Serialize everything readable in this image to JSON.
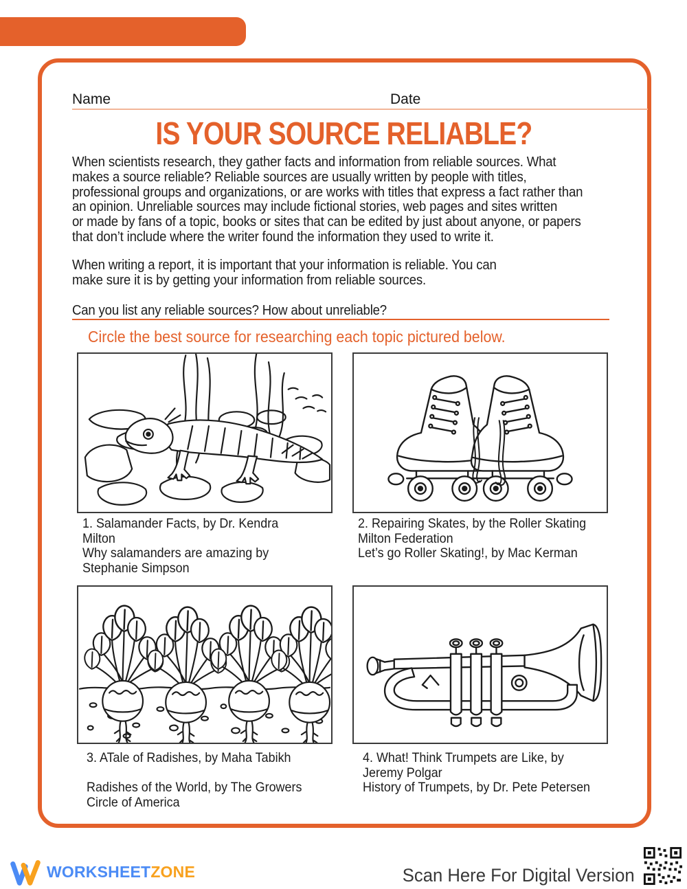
{
  "colors": {
    "accent": "#E4612B",
    "underline": "#F2B597",
    "text": "#1C1C1C",
    "brand_blue": "#4B8BF5",
    "brand_orange": "#F8A11E",
    "line_art": "#1B1B1B"
  },
  "header": {
    "name_label": "Name",
    "date_label": "Date"
  },
  "title": "IS YOUR SOURCE RELIABLE?",
  "paragraphs": {
    "intro": "When scientists research, they gather facts and information from reliable sources. What\nmakes a source reliable? Reliable sources are usually written by people with titles,\nprofessional groups and organizations, or are works with titles that express a fact rather than\nan opinion. Unreliable sources may include fictional stories, web pages and sites written\nor made by fans of a topic, books or sites that can be edited by just about anyone, or papers\nthat don’t include where the writer found the information they used to write it.",
    "report": "When writing a report, it is important that your information is reliable. You can\nmake sure it is by getting your information from reliable sources.",
    "question": "Can you list any reliable sources? How about unreliable?"
  },
  "instruction": "Circle the best source for researching each topic pictured below.",
  "items": [
    {
      "illustration": "salamander-illustration",
      "caption": "1. Salamander Facts, by Dr. Kendra\nMilton\nWhy salamanders are amazing by\nStephanie Simpson"
    },
    {
      "illustration": "roller-skates-illustration",
      "caption": "2. Repairing Skates, by the Roller Skating\nMilton Federation\nLet’s go Roller Skating!, by Mac Kerman"
    },
    {
      "illustration": "radishes-illustration",
      "caption": "3. ATale of Radishes, by Maha Tabikh\n\nRadishes of the World, by The Growers\nCircle of America"
    },
    {
      "illustration": "trumpet-illustration",
      "caption": "4. What! Think Trumpets are Like, by\nJeremy Polgar\n History of Trumpets, by Dr. Pete Petersen"
    }
  ],
  "footer": {
    "brand_first": "WORKSHEET",
    "brand_second": "ZONE",
    "scan_label": "Scan Here For Digital Version"
  }
}
